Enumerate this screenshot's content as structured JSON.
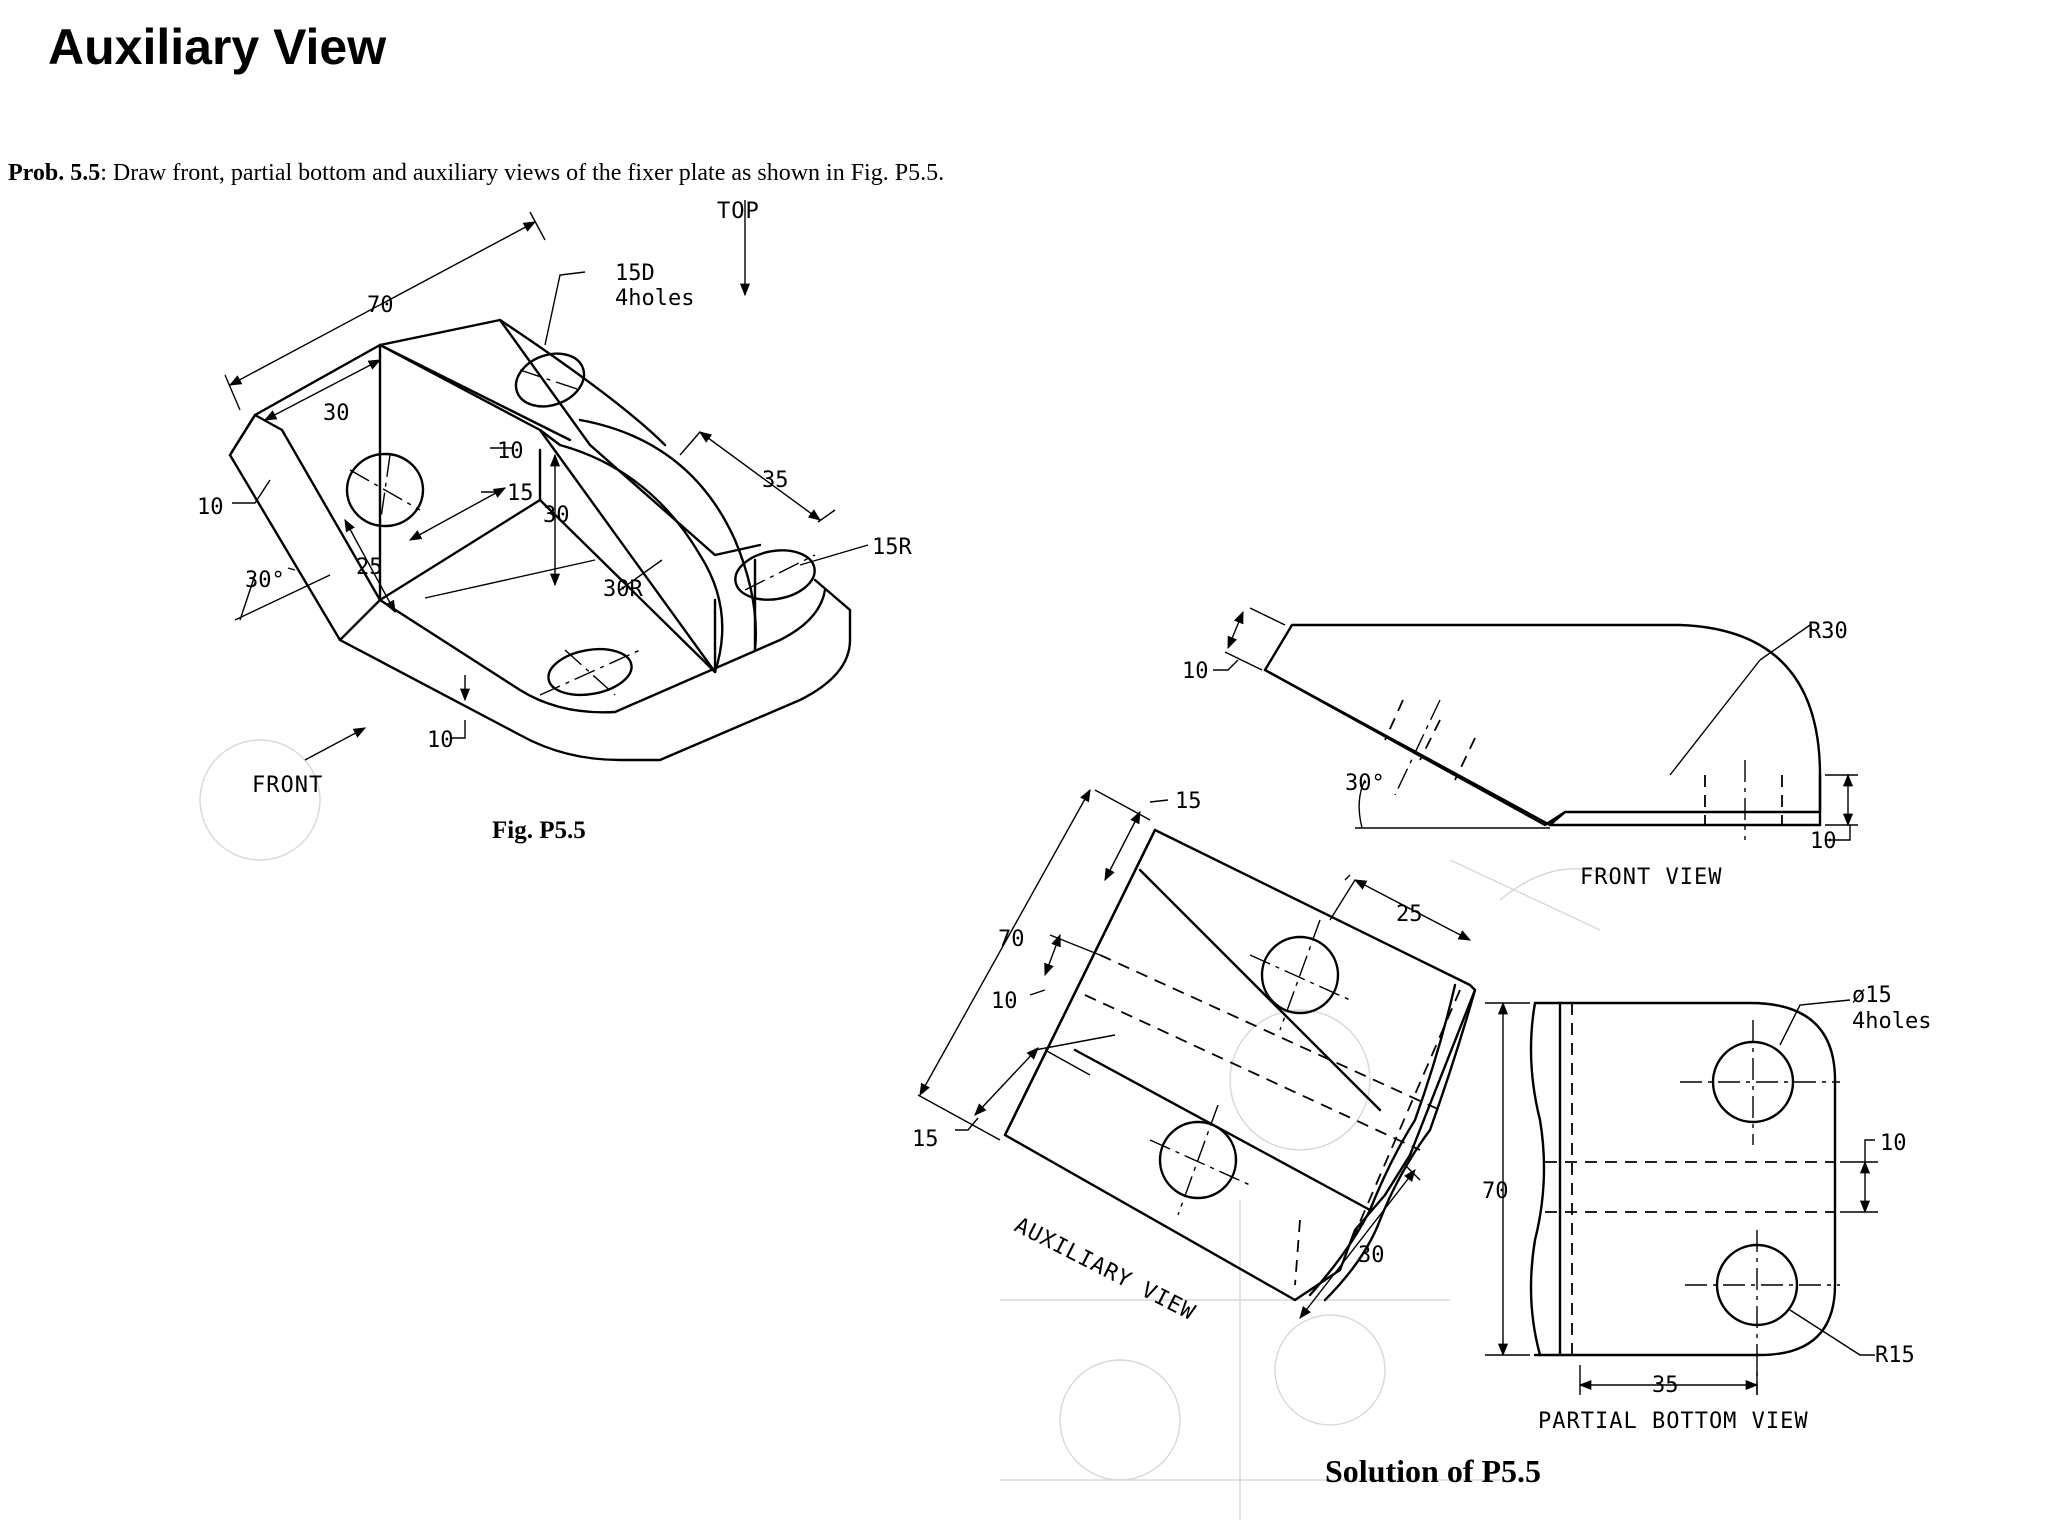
{
  "page": {
    "title": "Auxiliary View",
    "problem_number": "Prob. 5.5",
    "problem_text": ": Draw front, partial bottom and auxiliary views of the fixer plate as shown in Fig. P5.5."
  },
  "figure": {
    "caption": "Fig. P5.5",
    "top_label": "TOP",
    "front_label": "FRONT",
    "dims": {
      "d70": "70",
      "d30a": "30",
      "d10a": "10",
      "d30deg": "30°",
      "d25": "25",
      "d10b": "10",
      "d15": "15",
      "d30b": "30",
      "d30r": "30R",
      "d35": "35",
      "d15r": "15R",
      "d10c": "10",
      "d15d": "15D",
      "holes": "4holes"
    }
  },
  "solution": {
    "caption": "Solution of P5.5",
    "front_view": {
      "label": "FRONT VIEW",
      "dims": {
        "r30": "R30",
        "d10": "10",
        "ang": "30°",
        "d10b": "10"
      }
    },
    "auxiliary_view": {
      "label": "AUXILIARY VIEW",
      "dims": {
        "d15a": "15",
        "d70": "70",
        "d10": "10",
        "d15b": "15",
        "d25": "25",
        "d30": "30"
      }
    },
    "bottom_view": {
      "label": "PARTIAL BOTTOM VIEW",
      "dims": {
        "dia": "ø15",
        "holes": "4holes",
        "d10": "10",
        "d70": "70",
        "r15": "R15",
        "d35": "35"
      }
    }
  }
}
